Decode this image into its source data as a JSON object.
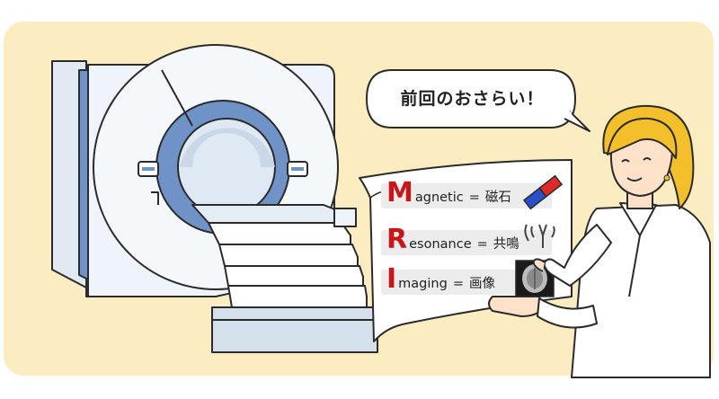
{
  "speech_bubble": {
    "text": "前回のおさらい！"
  },
  "card": {
    "rows": [
      {
        "letter": "M",
        "rest": "agnetic",
        "equals": "=",
        "meaning": "磁石",
        "icon": "magnet-icon"
      },
      {
        "letter": "R",
        "rest": "esonance",
        "equals": "=",
        "meaning": "共鳴",
        "icon": "tuning-fork-icon"
      },
      {
        "letter": "I",
        "rest": "maging",
        "equals": "=",
        "meaning": "画像",
        "icon": "brain-scan-icon"
      }
    ]
  },
  "colors": {
    "panel": "#fcecc2",
    "mri_body": "#eef4f9",
    "mri_ring": "#6f92c7",
    "letter_red": "#c81618",
    "hair": "#f3bf2a",
    "coat": "#ffffff"
  }
}
